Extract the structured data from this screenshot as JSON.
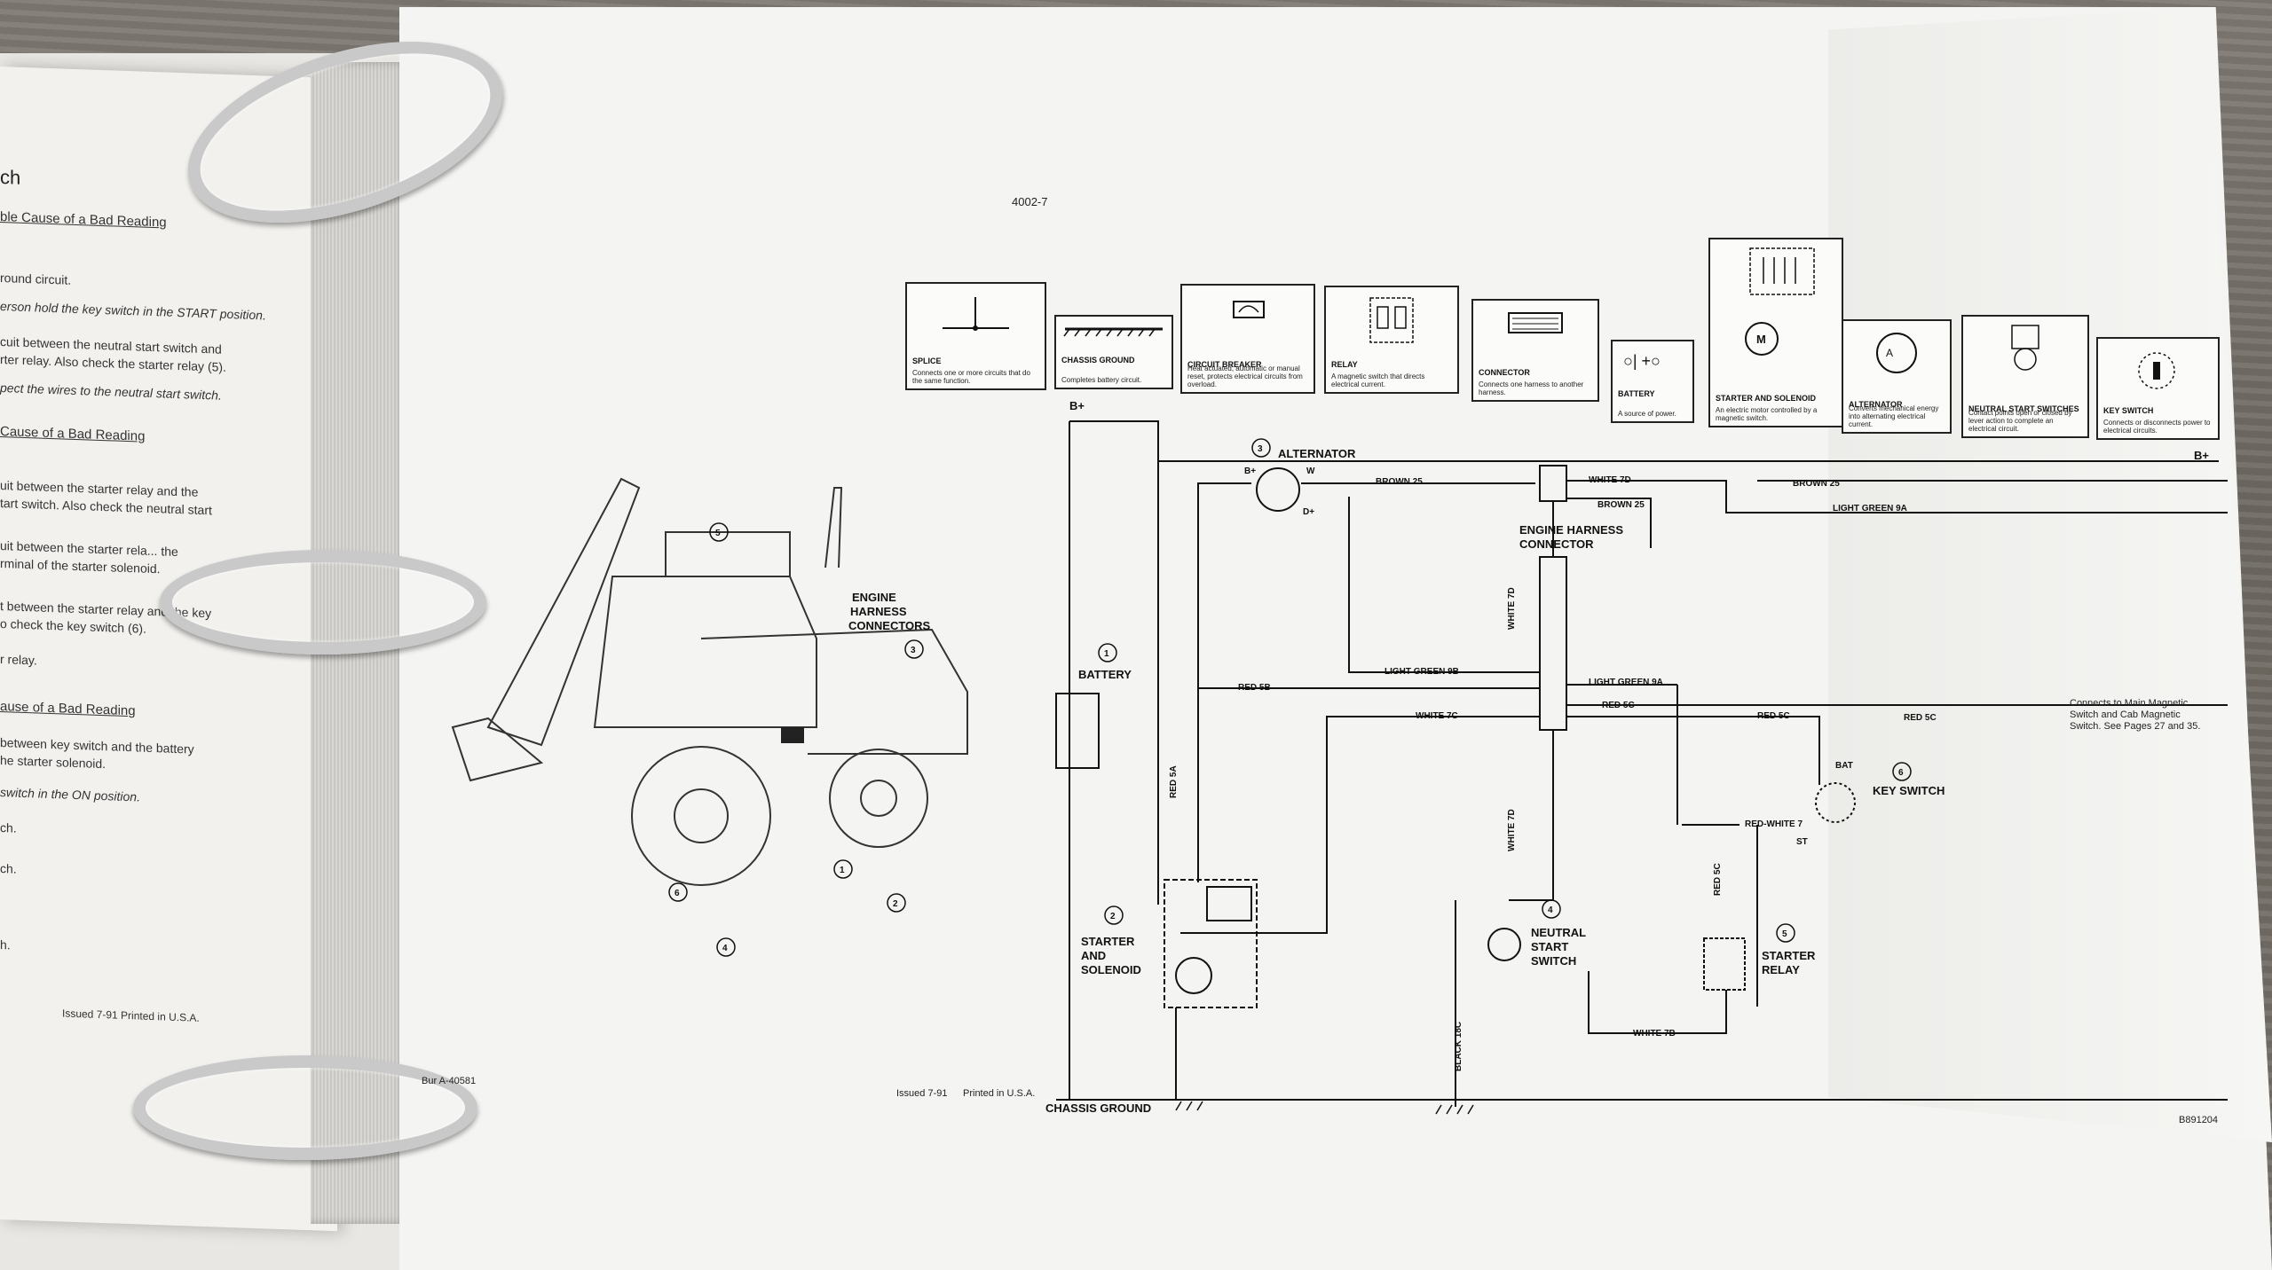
{
  "left_page": {
    "title": "ch",
    "heading1": "ble Cause of a Bad Reading",
    "line1": "round circuit.",
    "line2": "erson hold the key switch in the START position.",
    "line3": "cuit between the neutral start switch and\nrter relay. Also check the starter relay (5).",
    "line4": "pect the wires to the neutral start switch.",
    "heading2": "Cause of a Bad Reading",
    "line5": "uit between the starter relay and the\ntart switch. Also check the neutral start",
    "line6": "uit between the starter rela... the\nrminal of the starter solenoid.",
    "line7": "t between the starter relay and the key\no check the key switch (6).",
    "line8": "r relay.",
    "heading3": "ause of a Bad Reading",
    "line9": "between key switch and the battery\nhe starter solenoid.",
    "line10": "switch in the ON position.",
    "line11": "ch.",
    "line12": "ch.",
    "line13": "h.",
    "footer": "Issued 7-91     Printed in U.S.A."
  },
  "sheet": {
    "page_number": "4002-7",
    "figure_id": "Bur A-40581",
    "footer_issued": "Issued 7-91",
    "footer_printed": "Printed in U.S.A.",
    "drawing_number": "B891204",
    "engine_harness_callout": "ENGINE\nHARNESS\nCONNECTORS"
  },
  "symbols": [
    {
      "title": "SPLICE",
      "desc": "Connects one or more circuits that do the same function."
    },
    {
      "title": "CHASSIS GROUND",
      "desc": "Completes battery circuit."
    },
    {
      "title": "CIRCUIT BREAKER",
      "desc": "Heat actuated, automatic or manual reset, protects electrical circuits from overload."
    },
    {
      "title": "RELAY",
      "desc": "A magnetic switch that directs electrical current."
    },
    {
      "title": "CONNECTOR",
      "desc": "Connects one harness to another harness."
    },
    {
      "title": "BATTERY",
      "desc": "A source of power."
    },
    {
      "title": "STARTER AND SOLENOID",
      "desc": "An electric motor controlled by a magnetic switch."
    },
    {
      "title": "ALTERNATOR",
      "desc": "Converts mechanical energy into alternating electrical current."
    },
    {
      "title": "NEUTRAL START SWITCHES",
      "desc": "Contact points open or closed by lever action to complete an electrical circuit."
    },
    {
      "title": "KEY SWITCH",
      "desc": "Connects or disconnects power to electrical circuits."
    }
  ],
  "schematic": {
    "b_plus_left": "B+",
    "b_plus_right": "B+",
    "alternator": "ALTERNATOR",
    "alt_b": "B+",
    "alt_w": "W",
    "alt_d": "D+",
    "battery": "BATTERY",
    "starter": "STARTER\nAND\nSOLENOID",
    "neutral": "NEUTRAL\nSTART\nSWITCH",
    "starter_relay": "STARTER\nRELAY",
    "key_switch": "KEY SWITCH",
    "engine_harness": "ENGINE HARNESS\nCONNECTOR",
    "chassis_ground": "CHASSIS GROUND",
    "bat": "BAT",
    "st": "ST",
    "note": "Connects to Main Magnetic\nSwitch and Cab Magnetic\nSwitch. See Pages 27 and 35.",
    "wires": {
      "brown25_a": "BROWN 25",
      "brown25_b": "BROWN 25",
      "brown25_c": "BROWN 25",
      "white7d_a": "WHITE 7D",
      "white7d_b": "WHITE 7D",
      "white7d_c": "WHITE 7D",
      "lightgreen9a_a": "LIGHT GREEN 9A",
      "lightgreen9b": "LIGHT GREEN 9B",
      "lightgreen9a_b": "LIGHT GREEN 9A",
      "red5b": "RED 5B",
      "red5c_a": "RED 5C",
      "red5c_b": "RED 5C",
      "red5c_c": "RED 5C",
      "red5c_d": "RED 5C",
      "white7c": "WHITE 7C",
      "red5a": "RED 5A",
      "redwhite7": "RED-WHITE 7",
      "white7b": "WHITE 7B",
      "black18c": "BLACK 18C"
    },
    "callouts": [
      "1",
      "2",
      "3",
      "4",
      "5",
      "6"
    ]
  }
}
